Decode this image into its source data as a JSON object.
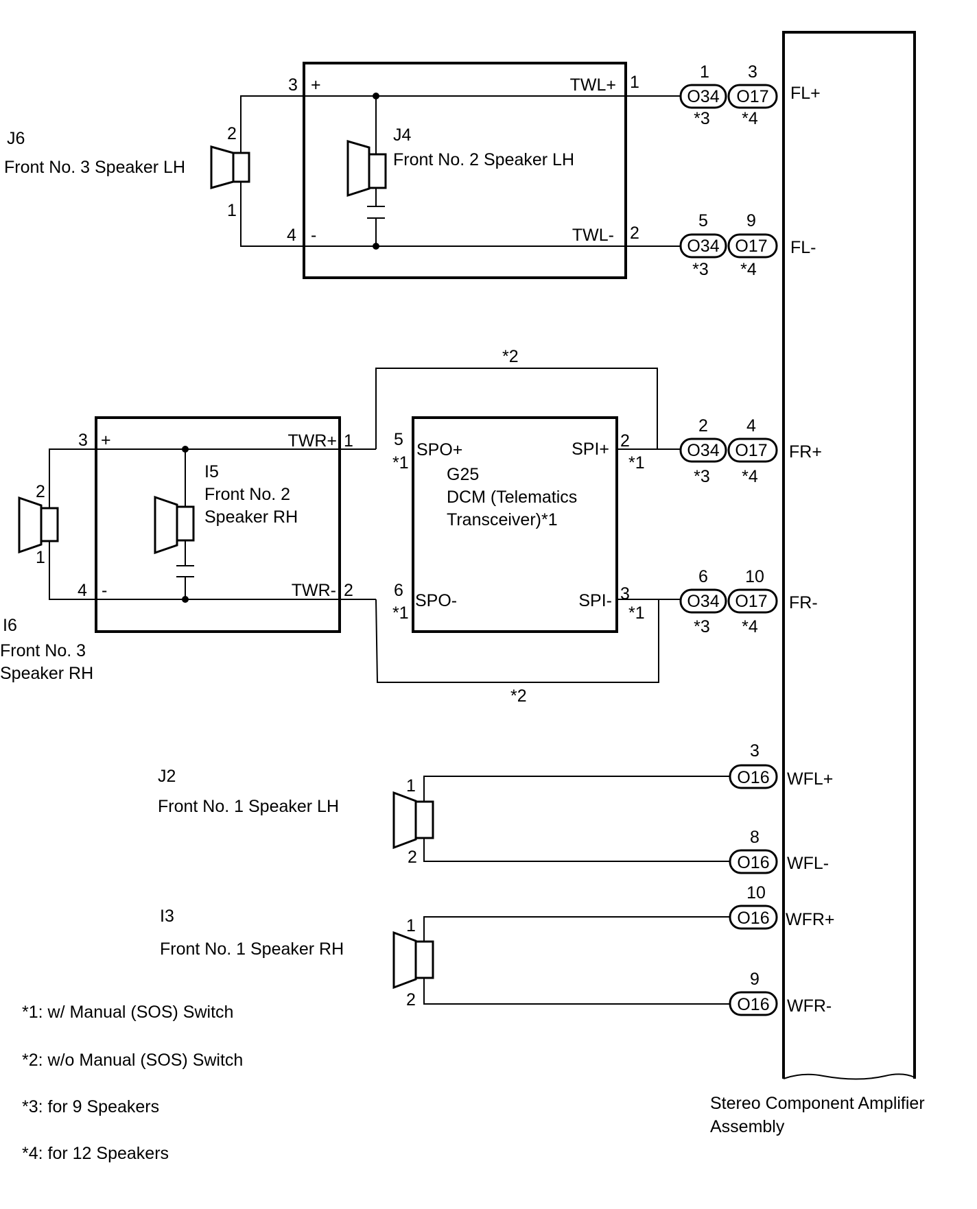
{
  "amplifier": {
    "label_line1": "Stereo Component Amplifier",
    "label_line2": "Assembly",
    "pins": {
      "fl_plus": "FL+",
      "fl_minus": "FL-",
      "fr_plus": "FR+",
      "fr_minus": "FR-",
      "wfl_plus": "WFL+",
      "wfl_minus": "WFL-",
      "wfr_plus": "WFR+",
      "wfr_minus": "WFR-"
    }
  },
  "connectors": [
    {
      "name": "O34",
      "pin": "1",
      "note": "*3"
    },
    {
      "name": "O17",
      "pin": "3",
      "note": "*4"
    },
    {
      "name": "O34",
      "pin": "5",
      "note": "*3"
    },
    {
      "name": "O17",
      "pin": "9",
      "note": "*4"
    },
    {
      "name": "O34",
      "pin": "2",
      "note": "*3"
    },
    {
      "name": "O17",
      "pin": "4",
      "note": "*4"
    },
    {
      "name": "O34",
      "pin": "6",
      "note": "*3"
    },
    {
      "name": "O17",
      "pin": "10",
      "note": "*4"
    },
    {
      "name": "O16",
      "pin": "3"
    },
    {
      "name": "O16",
      "pin": "8"
    },
    {
      "name": "O16",
      "pin": "10"
    },
    {
      "name": "O16",
      "pin": "9"
    }
  ],
  "j6": {
    "code": "J6",
    "name": "Front No. 3 Speaker LH",
    "pin_a": "2",
    "pin_b": "1"
  },
  "j4": {
    "code": "J4",
    "name": "Front No. 2 Speaker LH",
    "pin_plus": "3",
    "pin_minus": "4",
    "sign_plus": "+",
    "sign_minus": "-",
    "twl_plus": "TWL+",
    "twl_minus": "TWL-",
    "out_plus_pin": "1",
    "out_minus_pin": "2"
  },
  "i6": {
    "code": "I6",
    "name_line1": "Front No. 3",
    "name_line2": "Speaker RH",
    "pin_a": "2",
    "pin_b": "1"
  },
  "i5": {
    "code": "I5",
    "name_line1": "Front No. 2",
    "name_line2": "Speaker RH",
    "pin_plus": "3",
    "pin_minus": "4",
    "sign_plus": "+",
    "sign_minus": "-",
    "twr_plus": "TWR+",
    "twr_minus": "TWR-",
    "out_plus_pin": "1",
    "out_minus_pin": "2"
  },
  "g25": {
    "code": "G25",
    "name_line1": "DCM (Telematics",
    "name_line2": "Transceiver)*1",
    "spo_plus": "SPO+",
    "spo_minus": "SPO-",
    "spi_plus": "SPI+",
    "spi_minus": "SPI-",
    "pin_spo_plus": "5",
    "pin_spo_minus": "6",
    "pin_spi_plus": "2",
    "pin_spi_minus": "3",
    "note_w": "*1",
    "note_wo": "*2"
  },
  "j2": {
    "code": "J2",
    "name": "Front No. 1 Speaker LH",
    "pin_a": "1",
    "pin_b": "2"
  },
  "i3": {
    "code": "I3",
    "name": "Front No. 1 Speaker RH",
    "pin_a": "1",
    "pin_b": "2"
  },
  "notes": [
    "*1: w/ Manual (SOS) Switch",
    "*2: w/o Manual (SOS) Switch",
    "*3: for 9 Speakers",
    "*4: for 12 Speakers"
  ]
}
